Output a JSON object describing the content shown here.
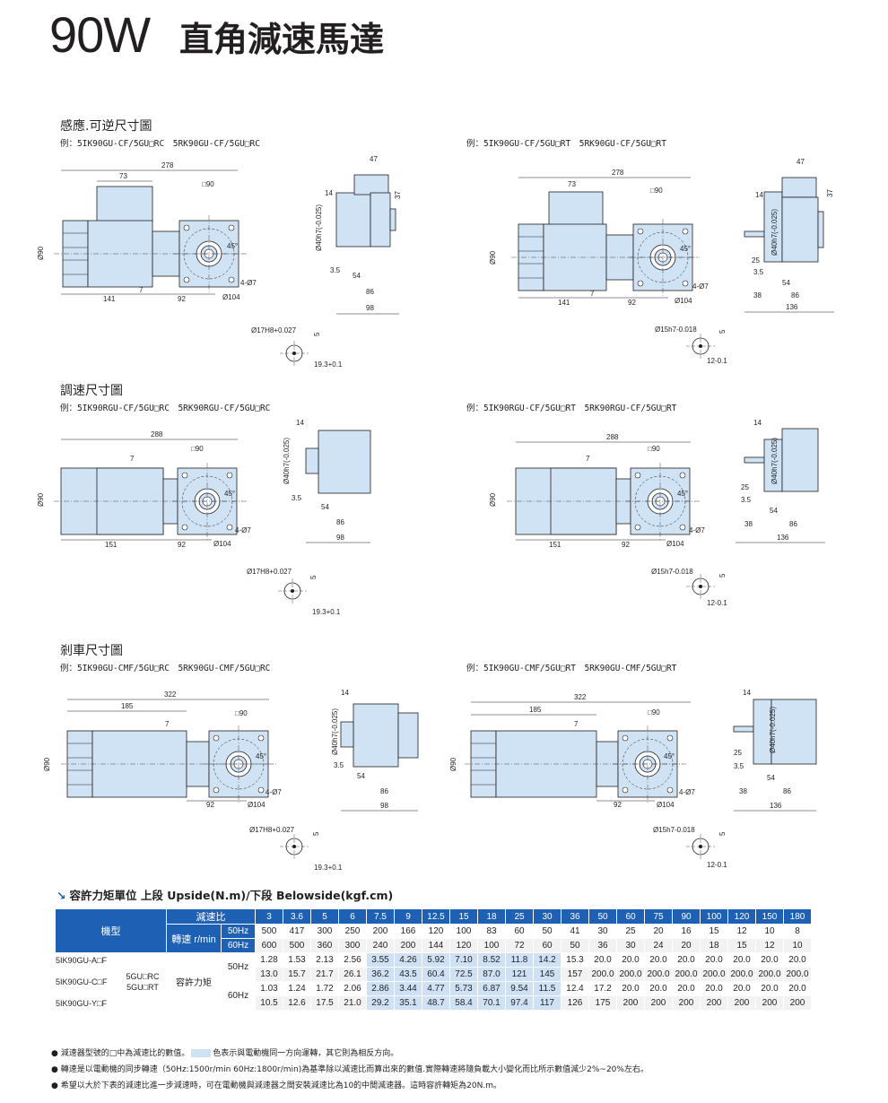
{
  "header": {
    "power": "90W",
    "title": "直角減速馬達"
  },
  "sections": [
    {
      "title": "感應.可逆尺寸圖",
      "left_example": "例：5IK90GU-CF/5GU□RC　5RK90GU-CF/5GU□RC",
      "right_example": "例：5IK90GU-CF/5GU□RT　5RK90GU-CF/5GU□RT"
    },
    {
      "title": "調速尺寸圖",
      "left_example": "例：5IK90RGU-CF/5GU□RC　5RK90RGU-CF/5GU□RC",
      "right_example": "例：5IK90RGU-CF/5GU□RT　5RK90RGU-CF/5GU□RT"
    },
    {
      "title": "剎車尺寸圖",
      "left_example": "例：5IK90GU-CMF/5GU□RC　5RK90GU-CMF/5GU□RC",
      "right_example": "例：5IK90GU-CMF/5GU□RT　5RK90GU-CMF/5GU□RT"
    }
  ],
  "dims": {
    "d278": "278",
    "d73": "73",
    "d90": "□90",
    "phi90": "Ø90",
    "d141": "141",
    "d7": "7",
    "d92": "92",
    "phi104": "Ø104",
    "holes": "4-Ø7",
    "angle": "45°",
    "d47": "47",
    "d14": "14",
    "d37": "37",
    "d35": "3.5",
    "d54": "54",
    "d86": "86",
    "d98": "98",
    "d25": "25",
    "d38": "38",
    "d136": "136",
    "shaft40": "Ø40h7(-0.025)",
    "shaft40b": "Ø40h7(-0.025)",
    "bore17": "Ø17H8+0.027",
    "key5": "5",
    "key193": "19.3+0.1",
    "shaft15": "Ø15h7-0.018",
    "key12": "12-0.1",
    "d288": "288",
    "d151": "151",
    "d322": "322",
    "d185": "185"
  },
  "torque": {
    "title": "容許力矩單位 上段 Upside(N.m)/下段 Belowside(kgf.cm)",
    "model_label": "機型",
    "ratio_label": "減速比",
    "speed_label": "轉速 r/min",
    "hz50": "50Hz",
    "hz60": "60Hz",
    "ratios": [
      "3",
      "3.6",
      "5",
      "6",
      "7.5",
      "9",
      "12.5",
      "15",
      "18",
      "25",
      "30",
      "36",
      "50",
      "60",
      "75",
      "90",
      "100",
      "120",
      "150",
      "180"
    ],
    "speed50": [
      "500",
      "417",
      "300",
      "250",
      "200",
      "166",
      "120",
      "100",
      "83",
      "60",
      "50",
      "41",
      "30",
      "25",
      "20",
      "16",
      "15",
      "12",
      "10",
      "8"
    ],
    "speed60": [
      "600",
      "500",
      "360",
      "300",
      "240",
      "200",
      "144",
      "120",
      "100",
      "72",
      "60",
      "50",
      "36",
      "30",
      "24",
      "20",
      "18",
      "15",
      "12",
      "10"
    ],
    "models": [
      "5IK90GU-A□F",
      "5IK90GU-C□F",
      "5IK90GU-Y□F"
    ],
    "gearheads": [
      "5GU□RC",
      "5GU□RT"
    ],
    "torque_label": "容許力矩",
    "rows": [
      [
        "1.28",
        "1.53",
        "2.13",
        "2.56",
        "3.55",
        "4.26",
        "5.92",
        "7.10",
        "8.52",
        "11.8",
        "14.2",
        "15.3",
        "20.0",
        "20.0",
        "20.0",
        "20.0",
        "20.0",
        "20.0",
        "20.0",
        "20.0"
      ],
      [
        "13.0",
        "15.7",
        "21.7",
        "26.1",
        "36.2",
        "43.5",
        "60.4",
        "72.5",
        "87.0",
        "121",
        "145",
        "157",
        "200.0",
        "200.0",
        "200.0",
        "200.0",
        "200.0",
        "200.0",
        "200.0",
        "200.0"
      ],
      [
        "1.03",
        "1.24",
        "1.72",
        "2.06",
        "2.86",
        "3.44",
        "4.77",
        "5.73",
        "6.87",
        "9.54",
        "11.5",
        "12.4",
        "17.2",
        "20.0",
        "20.0",
        "20.0",
        "20.0",
        "20.0",
        "20.0",
        "20.0"
      ],
      [
        "10.5",
        "12.6",
        "17.5",
        "21.0",
        "29.2",
        "35.1",
        "48.7",
        "58.4",
        "70.1",
        "97.4",
        "117",
        "126",
        "175",
        "200",
        "200",
        "200",
        "200",
        "200",
        "200",
        "200"
      ]
    ]
  },
  "notes": [
    {
      "a": "減速器型號的□中為減速比的數值。",
      "b": "色表示與電動機同一方向運轉，其它則為相反方向。"
    },
    {
      "a": "轉速是以電動機的同步轉速（50Hz:1500r/min 60Hz:1800r/min)為基準除以減速比而算出來的數值.實際轉速將隨負載大小變化而比所示數值減少2%~20%左右。",
      "b": ""
    },
    {
      "a": "希望以大於下表的減速比進一步減速時，可在電動機與減速器之間安裝減速比為10的中間減速器。這時容許轉矩為20N.m。",
      "b": ""
    }
  ],
  "colors": {
    "body": "#cfe3f4",
    "line": "#231f20",
    "header_blue": "#1e61b4",
    "highlight": "#cfe2f5"
  }
}
